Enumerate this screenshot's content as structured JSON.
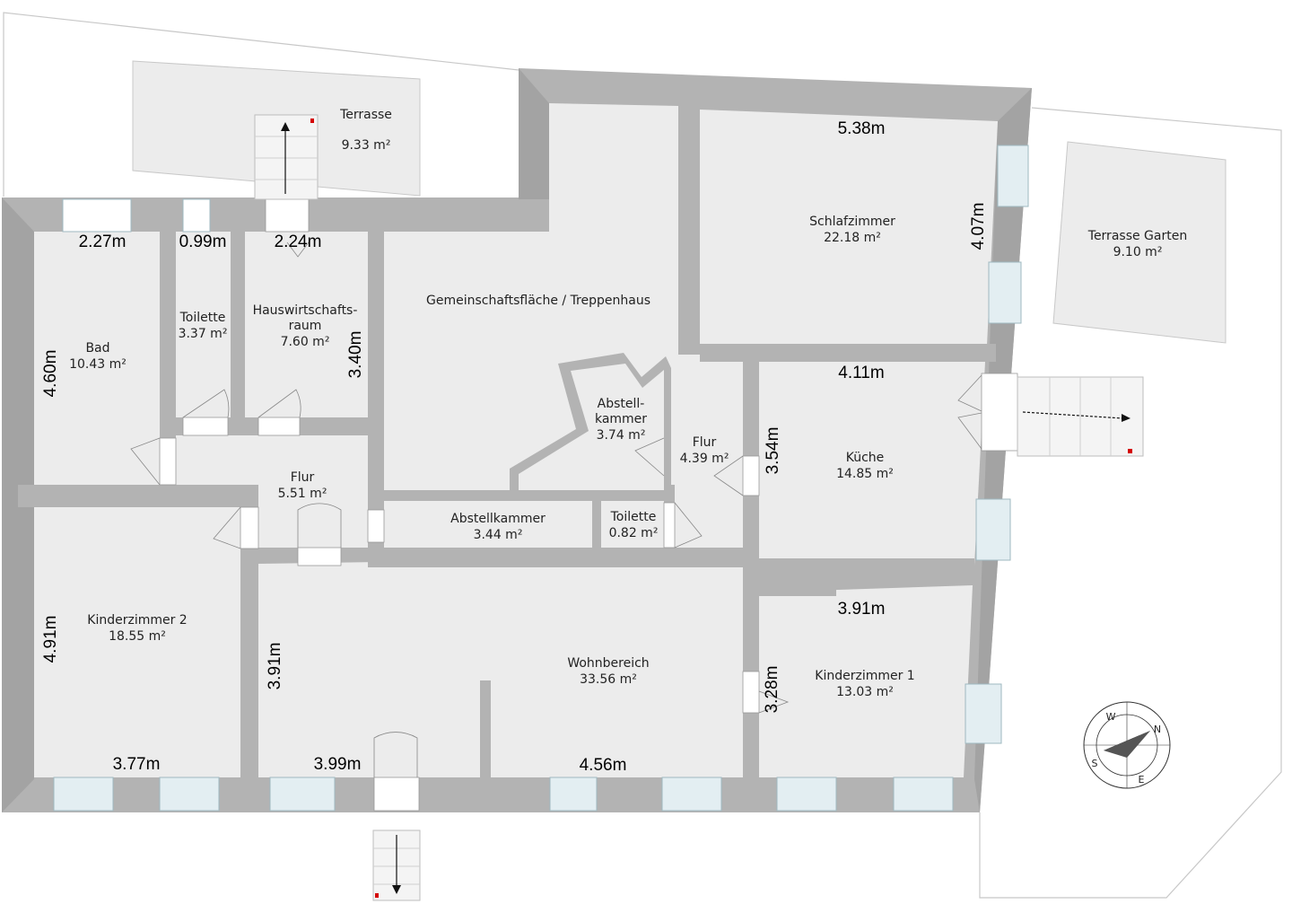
{
  "colors": {
    "wall": "#b3b3b3",
    "wall_shade": "#8f8f8f",
    "floor": "#ececec",
    "window": "#cfe3ea",
    "outline": "#c8c8c8"
  },
  "rooms": {
    "terrasse": {
      "name": "Terrasse",
      "area": "9.33 m²"
    },
    "terrasse_garten": {
      "name": "Terrasse Garten",
      "area": "9.10 m²"
    },
    "schlafzimmer": {
      "name": "Schlafzimmer",
      "area": "22.18 m²"
    },
    "gemeinschaft": {
      "name": "Gemeinschaftsfläche / Treppenhaus"
    },
    "bad": {
      "name": "Bad",
      "area": "10.43 m²"
    },
    "toilette1": {
      "name": "Toilette",
      "area": "3.37 m²"
    },
    "hauswirtschaft": {
      "name_line1": "Hauswirtschafts-",
      "name_line2": "raum",
      "area": "7.60 m²"
    },
    "abstell1": {
      "name_line1": "Abstell-",
      "name_line2": "kammer",
      "area": "3.74 m²"
    },
    "flur_mid": {
      "name": "Flur",
      "area": "4.39 m²"
    },
    "kueche": {
      "name": "Küche",
      "area": "14.85 m²"
    },
    "flur_left": {
      "name": "Flur",
      "area": "5.51 m²"
    },
    "abstell2": {
      "name": "Abstellkammer",
      "area": "3.44 m²"
    },
    "toilette2": {
      "name": "Toilette",
      "area": "0.82 m²"
    },
    "kinder2": {
      "name": "Kinderzimmer 2",
      "area": "18.55 m²"
    },
    "wohnbereich": {
      "name": "Wohnbereich",
      "area": "33.56 m²"
    },
    "kinder1": {
      "name": "Kinderzimmer 1",
      "area": "13.03 m²"
    }
  },
  "dimensions": {
    "schlaf_w": "5.38m",
    "schlaf_h": "4.07m",
    "bad_w": "2.27m",
    "toil_w": "0.99m",
    "hw_w": "2.24m",
    "bad_h": "4.60m",
    "hw_h": "3.40m",
    "kueche_w": "4.11m",
    "kueche_h": "3.54m",
    "kinder1_w": "3.91m",
    "kinder1_h": "3.28m",
    "kinder2_h": "4.91m",
    "wohn_h": "3.91m",
    "kinder2_w": "3.77m",
    "wohn_w1": "3.99m",
    "wohn_w2": "4.56m"
  },
  "compass": {
    "n": "N",
    "e": "E",
    "s": "S",
    "w": "W"
  }
}
